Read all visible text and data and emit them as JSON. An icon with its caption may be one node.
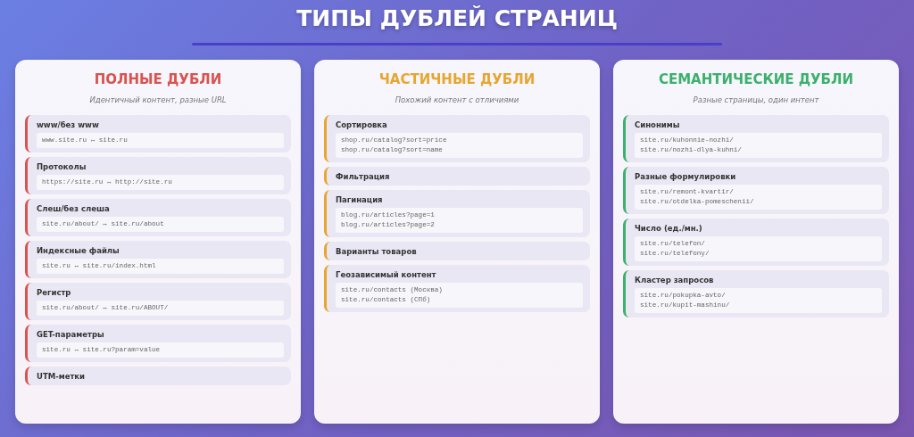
{
  "diagram": {
    "title": "ТИПЫ ДУБЛЕЙ СТРАНИЦ",
    "nodes": [
      {
        "text": [
          "ПОЛНЫЕ ДУБЛИ",
          "Идентичный контент, разные URL"
        ]
      },
      {
        "text": [
          "www/без www",
          "www.site.ru ↔ site.ru"
        ],
        "in": 0
      },
      {
        "text": [
          "Протоколы",
          "https://site.ru ↔ http://site.ru"
        ],
        "in": 0
      },
      {
        "text": [
          "Слеш/без слеша",
          "site.ru/about/ ↔ site.ru/about"
        ],
        "in": 0
      },
      {
        "text": [
          "Индексные файлы",
          "site.ru ↔ site.ru/index.html"
        ],
        "in": 0
      },
      {
        "text": [
          "Регистр",
          "site.ru/about/ ↔ site.ru/ABOUT/"
        ],
        "in": 0
      },
      {
        "text": [
          "GET-параметры",
          "site.ru ↔ site.ru?param=value"
        ],
        "in": 0
      },
      {
        "text": [
          "UTM-метки"
        ],
        "in": 0
      },
      {
        "text": [
          "ЧАСТИЧНЫЕ ДУБЛИ",
          "Похожий контент с отличиями"
        ]
      },
      {
        "text": [
          "Сортировка",
          "shop.ru/catalog?sort=price",
          "shop.ru/catalog?sort=name"
        ],
        "in": 8
      },
      {
        "text": [
          "Фильтрация"
        ],
        "in": 8
      },
      {
        "text": [
          "Пагинация",
          "blog.ru/articles?page=1",
          "blog.ru/articles?page=2"
        ],
        "in": 8
      },
      {
        "text": [
          "Варианты товаров"
        ],
        "in": 8
      },
      {
        "text": [
          "Геозависимый контент",
          "site.ru/contacts (Москва)",
          "site.ru/contacts (СПб)"
        ],
        "in": 8
      },
      {
        "text": [
          "СЕМАНТИЧЕСКИЕ ДУБЛИ",
          "Разные страницы, один интент"
        ]
      },
      {
        "text": [
          "Синонимы",
          "site.ru/kuhonnie-nozhi/",
          "site.ru/nozhi-dlya-kuhni/"
        ],
        "in": 14
      },
      {
        "text": [
          "Разные формулировки",
          "site.ru/remont-kvartir/",
          "site.ru/otdelka-pomeschenii/"
        ],
        "in": 14
      },
      {
        "text": [
          "Число (ед./мн.)",
          "site.ru/telefon/",
          "site.ru/telefony/"
        ],
        "in": 14
      },
      {
        "text": [
          "Кластер запросов",
          "site.ru/pokupka-avto/",
          "site.ru/kupit-mashinu/"
        ],
        "in": 14
      }
    ]
  }
}
